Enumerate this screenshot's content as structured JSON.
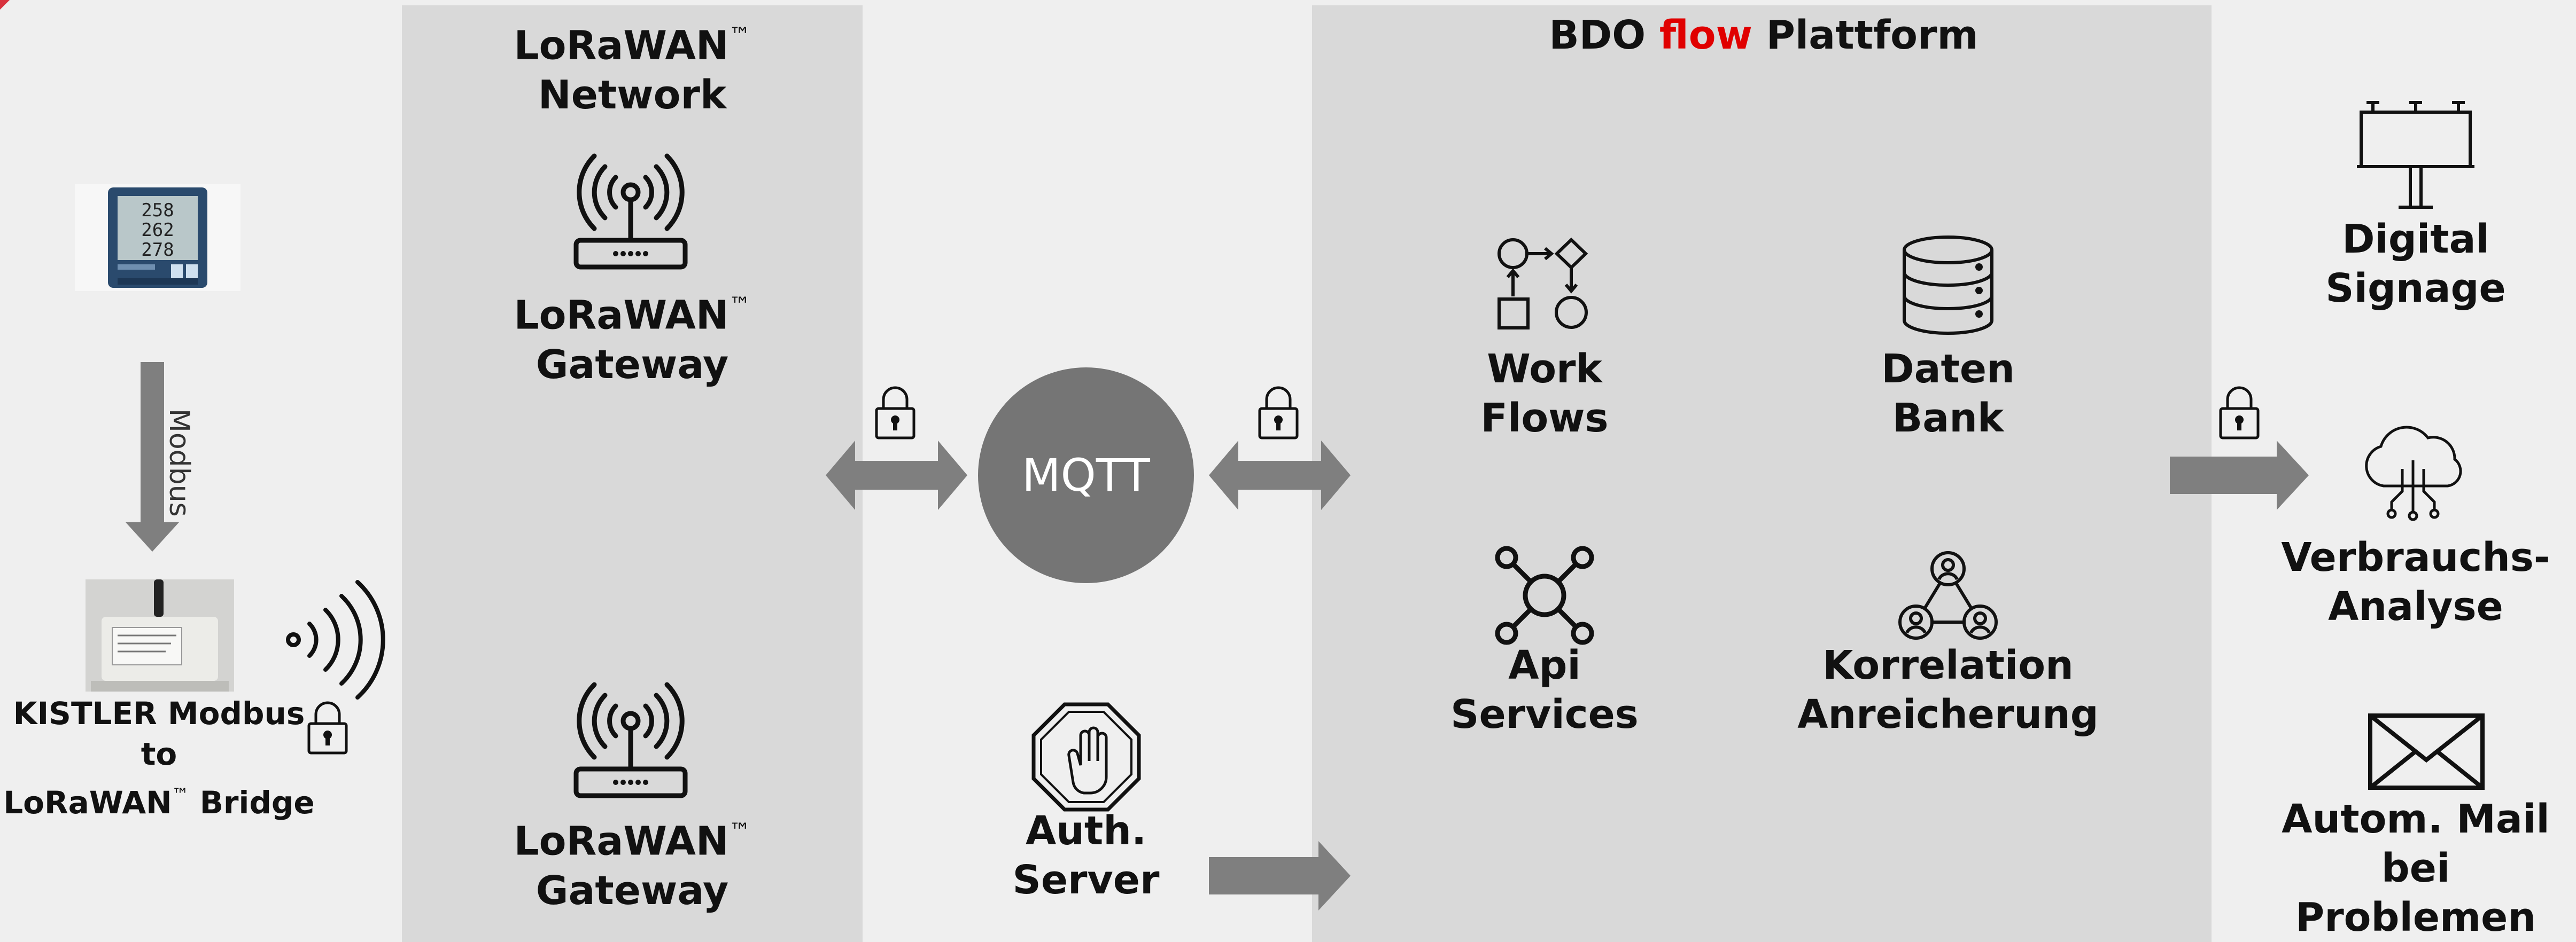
{
  "colors": {
    "background": "#efefef",
    "panel": "#d9d9d9",
    "arrow": "#7f7f7f",
    "accent": "#e00000",
    "circle": "#757575"
  },
  "lorawan_network": {
    "title_line1": "LoRaWAN",
    "title_tm": "™",
    "title_line2": "Network",
    "gateway1_line1": "LoRaWAN",
    "gateway1_line2": "Gateway",
    "gateway2_line1": "LoRaWAN",
    "gateway2_line2": "Gateway",
    "gateway_icon": "router-antenna-icon"
  },
  "platform": {
    "title_prefix": "BDO ",
    "title_accent": "flow",
    "title_suffix": " Plattform",
    "items": [
      {
        "line1": "Work",
        "line2": "Flows",
        "icon": "workflow-icon"
      },
      {
        "line1": "Daten",
        "line2": "Bank",
        "icon": "database-icon"
      },
      {
        "line1": "Api",
        "line2": "Services",
        "icon": "api-hub-icon"
      },
      {
        "line1": "Korrelation",
        "line2": "Anreicherung",
        "icon": "correlation-icon"
      }
    ]
  },
  "mqtt": {
    "label": "MQTT"
  },
  "auth_server": {
    "line1": "Auth.",
    "line2": "Server",
    "icon": "stop-hand-icon"
  },
  "device": {
    "meter_icon": "energy-meter-image",
    "meter_readings": [
      "258",
      "262",
      "278"
    ],
    "connection_label": "Modbus",
    "bridge_icon": "bridge-device-image",
    "bridge_line1": "KISTLER Modbus",
    "bridge_line2": "to",
    "bridge_line3": "LoRaWAN",
    "bridge_line3_suffix": " Bridge",
    "wireless_icon": "wireless-signal-icon",
    "lock_icon": "lock-icon"
  },
  "outputs": [
    {
      "line1": "Digital",
      "line2": "Signage",
      "icon": "billboard-icon"
    },
    {
      "line1": "Verbrauchs-",
      "line2": "Analyse",
      "icon": "cloud-network-icon"
    },
    {
      "line1": "Autom. Mail",
      "line2": "bei",
      "line3": "Problemen",
      "icon": "mail-icon"
    }
  ]
}
